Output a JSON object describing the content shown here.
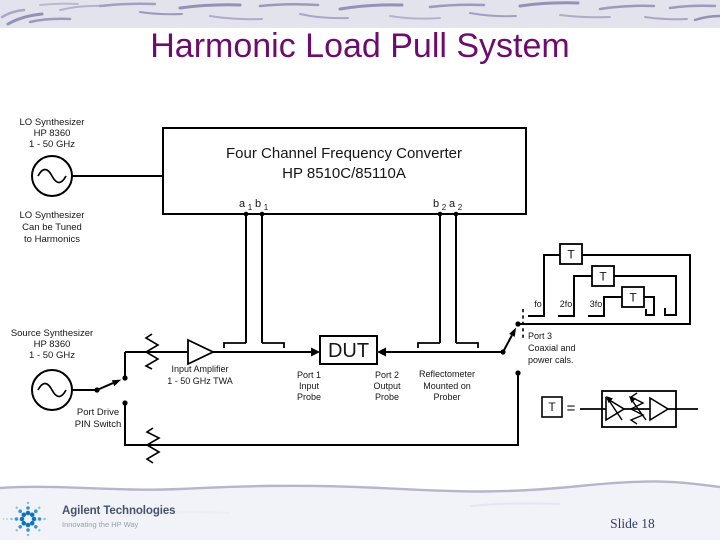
{
  "slide": {
    "title": "Harmonic Load Pull System",
    "number": "Slide 18"
  },
  "footer": {
    "brand": "Agilent Technologies",
    "tagline": "Innovating the HP Way"
  },
  "colors": {
    "title_purple": "#6e0c6e",
    "diagram_line": "#000000",
    "brand_blue": "#1074ba",
    "band_lavender": "#e3e3ee"
  },
  "diagram": {
    "lo_synth": {
      "l1": "LO Synthesizer",
      "l2": "HP 8360",
      "l3": "1 - 50 GHz"
    },
    "lo_note": {
      "l1": "LO Synthesizer",
      "l2": "Can be Tuned",
      "l3": "to Harmonics"
    },
    "converter": {
      "l1": "Four Channel Frequency Converter",
      "l2": "HP 8510C/85110A"
    },
    "port_labels": {
      "a1": {
        "letter": "a",
        "sub": "1"
      },
      "b1": {
        "letter": "b",
        "sub": "1"
      },
      "b2": {
        "letter": "b",
        "sub": "2"
      },
      "a2": {
        "letter": "a",
        "sub": "2"
      }
    },
    "source_synth": {
      "l1": "Source Synthesizer",
      "l2": "HP 8360",
      "l3": "1 - 50 GHz"
    },
    "pin_switch": {
      "l1": "Port Drive",
      "l2": "PIN Switch"
    },
    "input_amp": {
      "l1": "Input Amplifier",
      "l2": "1 - 50 GHz TWA"
    },
    "dut": {
      "label": "DUT"
    },
    "port1": {
      "l1": "Port 1",
      "l2": "Input",
      "l3": "Probe"
    },
    "port2": {
      "l1": "Port 2",
      "l2": "Output",
      "l3": "Probe"
    },
    "reflectometer": {
      "l1": "Reflectometer",
      "l2": "Mounted on",
      "l3": "Prober"
    },
    "port3": {
      "l1": "Port 3",
      "l2": "Coaxial and",
      "l3": "power cals."
    },
    "harmonics": {
      "f1": "fo",
      "f2": "2fo",
      "f3": "3fo"
    },
    "tuner": {
      "label": "T"
    },
    "legend": {
      "t": "T",
      "equals": "="
    }
  }
}
